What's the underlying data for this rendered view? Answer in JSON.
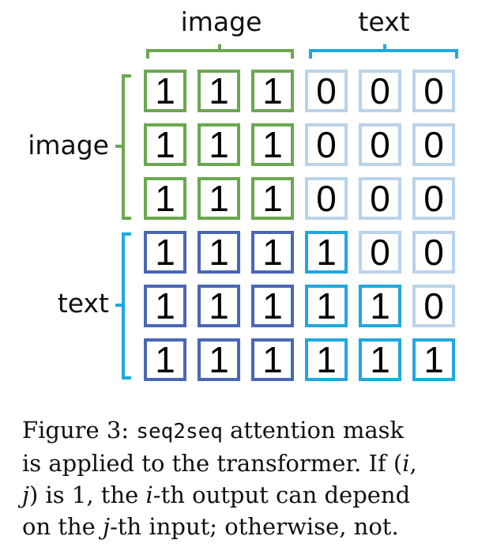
{
  "headers": {
    "top_image": "image",
    "top_text": "text",
    "left_image": "image",
    "left_text": "text"
  },
  "colors": {
    "image": "#6aa84f",
    "text_to_image": "#4a67b5",
    "text_to_text_visible": "#1fa8e0",
    "masked": "#b9d3ea"
  },
  "mask": [
    [
      1,
      1,
      1,
      0,
      0,
      0
    ],
    [
      1,
      1,
      1,
      0,
      0,
      0
    ],
    [
      1,
      1,
      1,
      0,
      0,
      0
    ],
    [
      1,
      1,
      1,
      1,
      0,
      0
    ],
    [
      1,
      1,
      1,
      1,
      1,
      0
    ],
    [
      1,
      1,
      1,
      1,
      1,
      1
    ]
  ],
  "caption": {
    "lines": [
      [
        {
          "t": "Figure 3: "
        },
        {
          "t": "seq2seq",
          "s": "mono"
        },
        {
          "t": " attention mask"
        }
      ],
      [
        {
          "t": "is applied to the transformer. If ("
        },
        {
          "t": "i",
          "s": "it"
        },
        {
          "t": ","
        }
      ],
      [
        {
          "t": "j",
          "s": "it"
        },
        {
          "t": ") is 1, the "
        },
        {
          "t": "i",
          "s": "it"
        },
        {
          "t": "-th output can depend"
        }
      ],
      [
        {
          "t": "on the "
        },
        {
          "t": "j",
          "s": "it"
        },
        {
          "t": "-th input; otherwise, not."
        }
      ]
    ]
  }
}
